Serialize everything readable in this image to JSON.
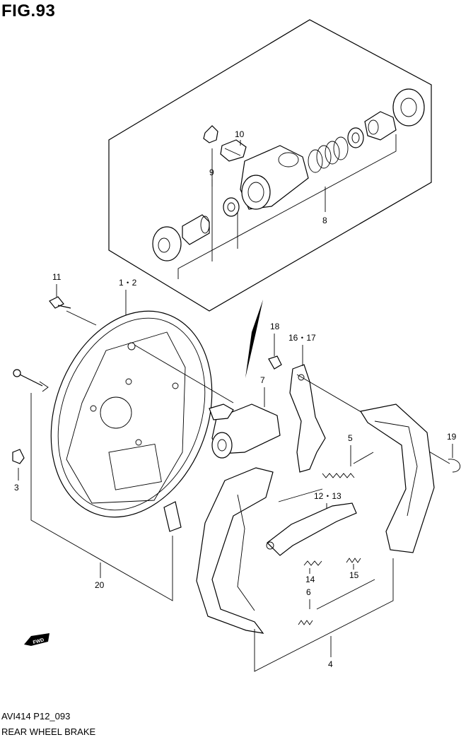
{
  "figure": {
    "title": "FIG.93",
    "code": "AVI414 P12_093",
    "description": "REAR WHEEL BRAKE"
  },
  "callouts": {
    "c1_2": "1・2",
    "c3": "3",
    "c4": "4",
    "c5": "5",
    "c6": "6",
    "c7": "7",
    "c8": "8",
    "c9": "9",
    "c10": "10",
    "c11": "11",
    "c12_13": "12・13",
    "c14": "14",
    "c15": "15",
    "c16_17": "16・17",
    "c18": "18",
    "c19": "19",
    "c20": "20"
  },
  "direction_badge": "FWD"
}
